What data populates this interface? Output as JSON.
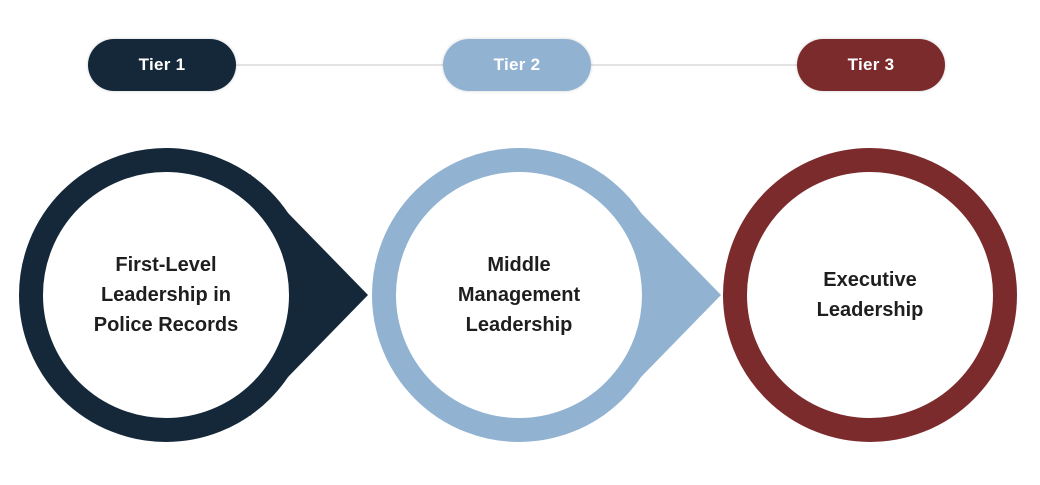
{
  "diagram": {
    "title": "leadership-tiers-progression",
    "connector_color": "#e3e3e3",
    "label_text_color": "#1e1e1e",
    "pill_text_color": "#ffffff",
    "tiers": [
      {
        "pill_label": "Tier 1",
        "circle_label": "First-Level\nLeadership in\nPolice Records",
        "color": "#152839",
        "has_arrow": true
      },
      {
        "pill_label": "Tier 2",
        "circle_label": "Middle\nManagement\nLeadership",
        "color": "#91b3d1",
        "has_arrow": true
      },
      {
        "pill_label": "Tier 3",
        "circle_label": "Executive\nLeadership",
        "color": "#7c2b2d",
        "has_arrow": false
      }
    ]
  }
}
